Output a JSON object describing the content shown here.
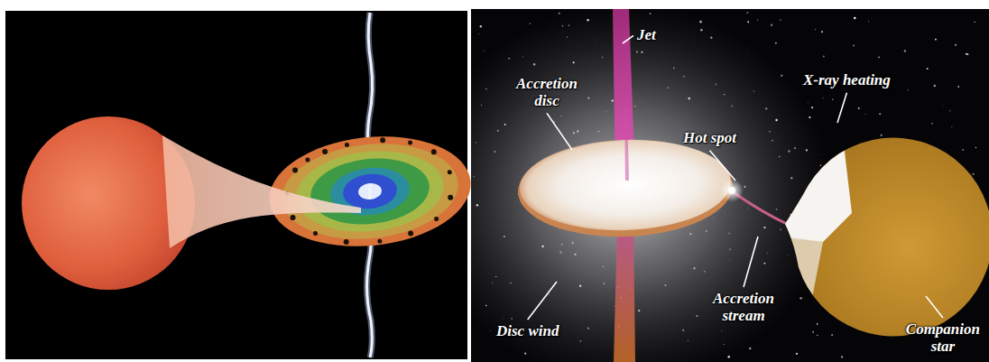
{
  "diagram": {
    "labels": [
      "Jet",
      "Accretion disc",
      "X-ray heating",
      "Hot spot",
      "Disc wind",
      "Accretion stream",
      "Companion star"
    ]
  }
}
